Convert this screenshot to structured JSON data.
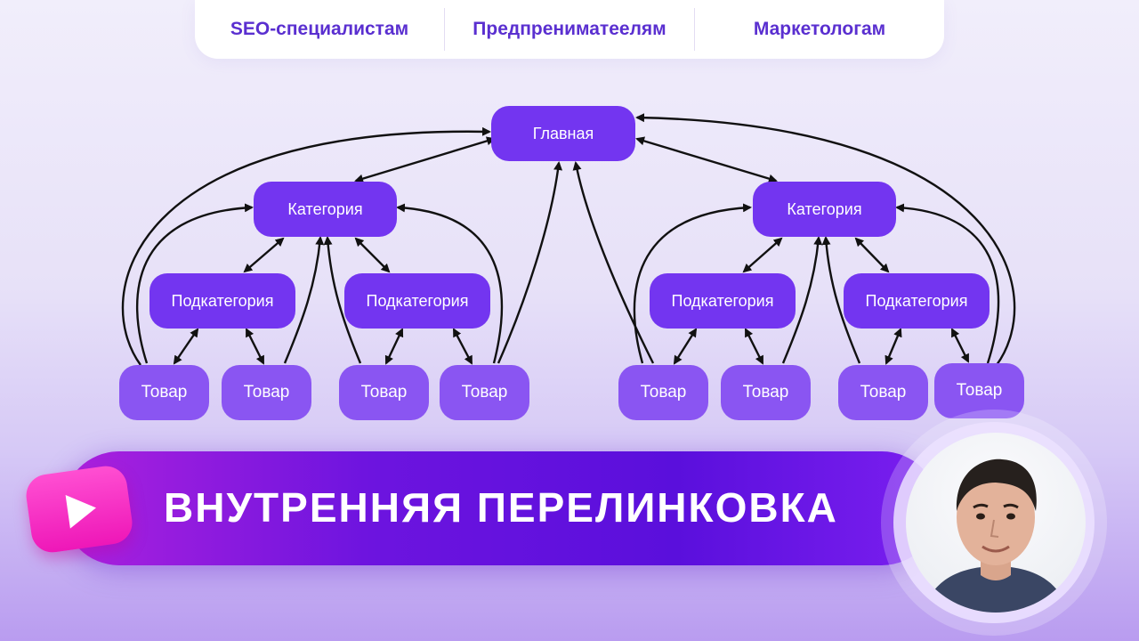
{
  "nav": {
    "items": [
      "SEO-специалистам",
      "Предпрениматеелям",
      "Маркетологам"
    ]
  },
  "diagram": {
    "main": "Главная",
    "category_left": "Категория",
    "category_right": "Категория",
    "sub_1": "Подкатегория",
    "sub_2": "Подкатегория",
    "sub_3": "Подкатегория",
    "sub_4": "Подкатегория",
    "item_1": "Товар",
    "item_2": "Товар",
    "item_3": "Товар",
    "item_4": "Товар",
    "item_5": "Товар",
    "item_6": "Товар",
    "item_7": "Товар",
    "item_8": "Товар"
  },
  "banner": {
    "title": "ВНУТРЕННЯЯ ПЕРЕЛИНКОВКА"
  },
  "icons": {
    "badge": "play-icon",
    "avatar": "presenter-photo"
  },
  "colors": {
    "node": "#7335f0",
    "accent": "#5a2fd0",
    "badge": "#ee17b8"
  }
}
